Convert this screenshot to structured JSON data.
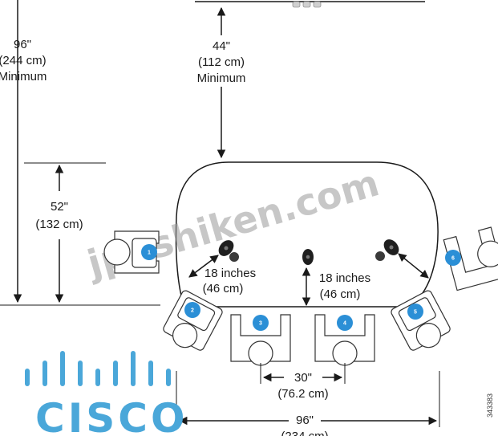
{
  "dimensions": {
    "room_depth": {
      "value": "96\"",
      "metric": "(244 cm)",
      "note": "Minimum"
    },
    "wall_clearance": {
      "value": "44\"",
      "metric": "(112 cm)",
      "note": "Minimum"
    },
    "table_depth": {
      "value": "52\"",
      "metric": "(132 cm)"
    },
    "camera_left": {
      "value": "18 inches",
      "metric": "(46 cm)"
    },
    "camera_center": {
      "value": "18 inches",
      "metric": "(46 cm)"
    },
    "seat_spacing": {
      "value": "30\"",
      "metric": "(76.2 cm)"
    },
    "table_width": {
      "value": "96\"",
      "metric": "(234 cm)"
    }
  },
  "seats": [
    "1",
    "2",
    "3",
    "4",
    "5",
    "6"
  ],
  "watermark": "jpnshiken.com",
  "logo": {
    "text": "CISCO",
    "color": "#4aa7d9"
  },
  "figure_id": "343383",
  "colors": {
    "seat_marker": "#2b8fd6",
    "line": "#1a1a1a",
    "watermark": "#9a9a9a"
  }
}
